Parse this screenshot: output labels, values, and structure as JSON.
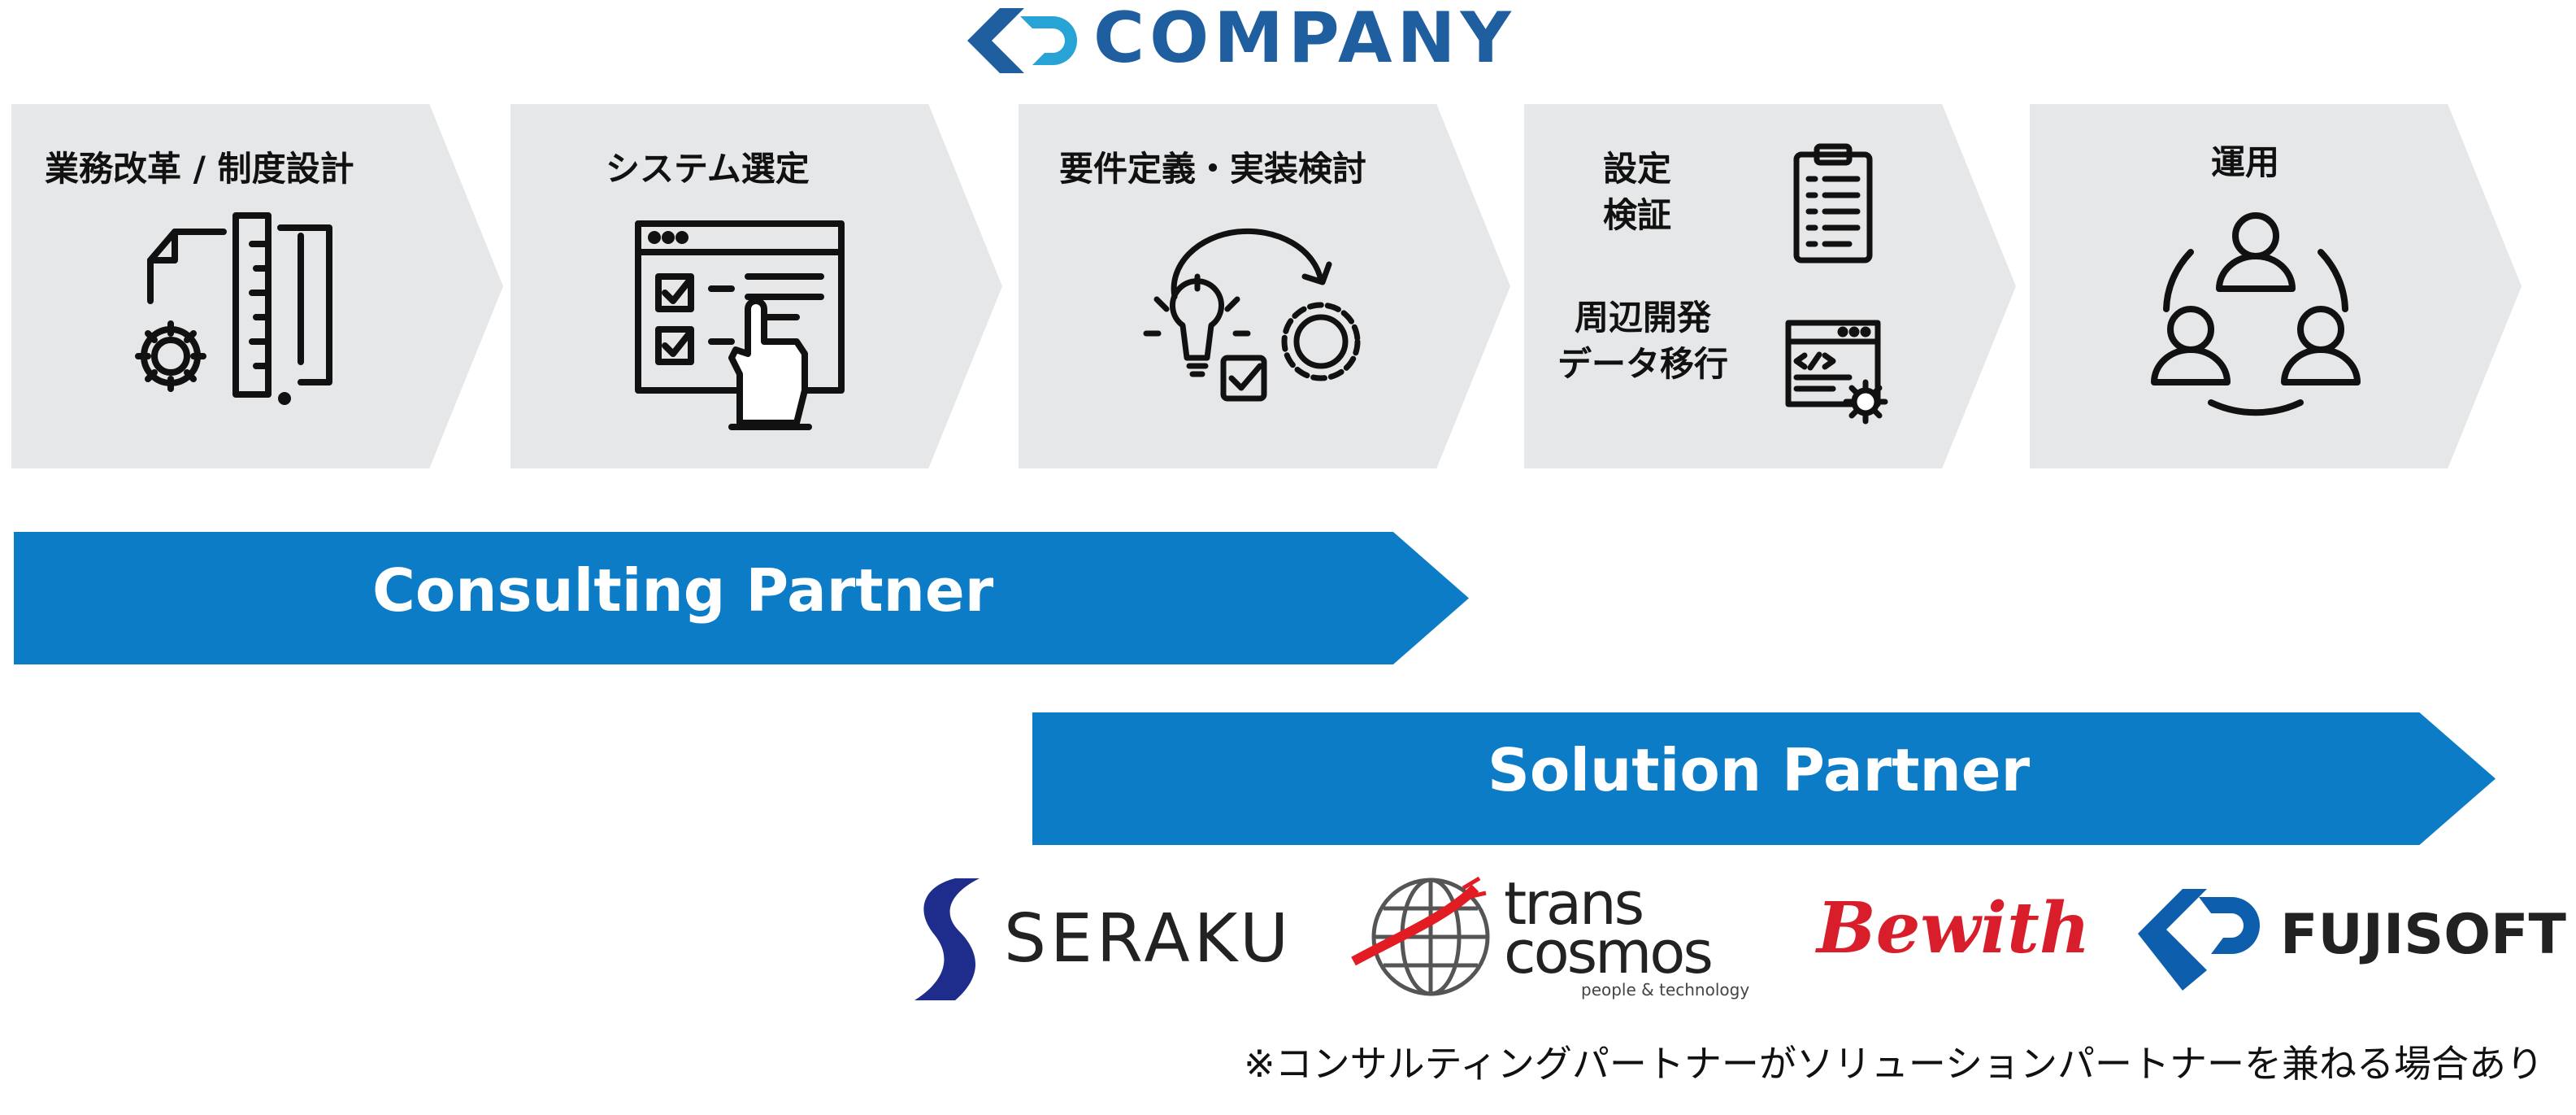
{
  "header": {
    "brand": "COMPANY",
    "brand_color": "#1f5fa0"
  },
  "phases": [
    {
      "title": "業務改革 / 制度設計",
      "icon": "document-gear-ruler-icon"
    },
    {
      "title": "システム選定",
      "icon": "checklist-touch-icon"
    },
    {
      "title": "要件定義・実装検討",
      "icon": "idea-to-gear-icon"
    },
    {
      "title_top": "設定\n検証",
      "title_bottom": "周辺開発\nデータ移行",
      "icon_top": "clipboard-icon",
      "icon_bottom": "code-window-gear-icon"
    },
    {
      "title": "運用",
      "icon": "team-cycle-icon"
    }
  ],
  "arrows": {
    "consulting": "Consulting Partner",
    "solution": "Solution Partner",
    "color": "#0d7cc7"
  },
  "partners": {
    "seraku": "SERAKU",
    "transcosmos_line1": "trans",
    "transcosmos_line2": "cosmos",
    "transcosmos_tagline": "people & technology",
    "bewith": "Bewith",
    "fujisoft": "FUJISOFT"
  },
  "footnote": "※コンサルティングパートナーがソリューションパートナーを兼ねる場合あり"
}
